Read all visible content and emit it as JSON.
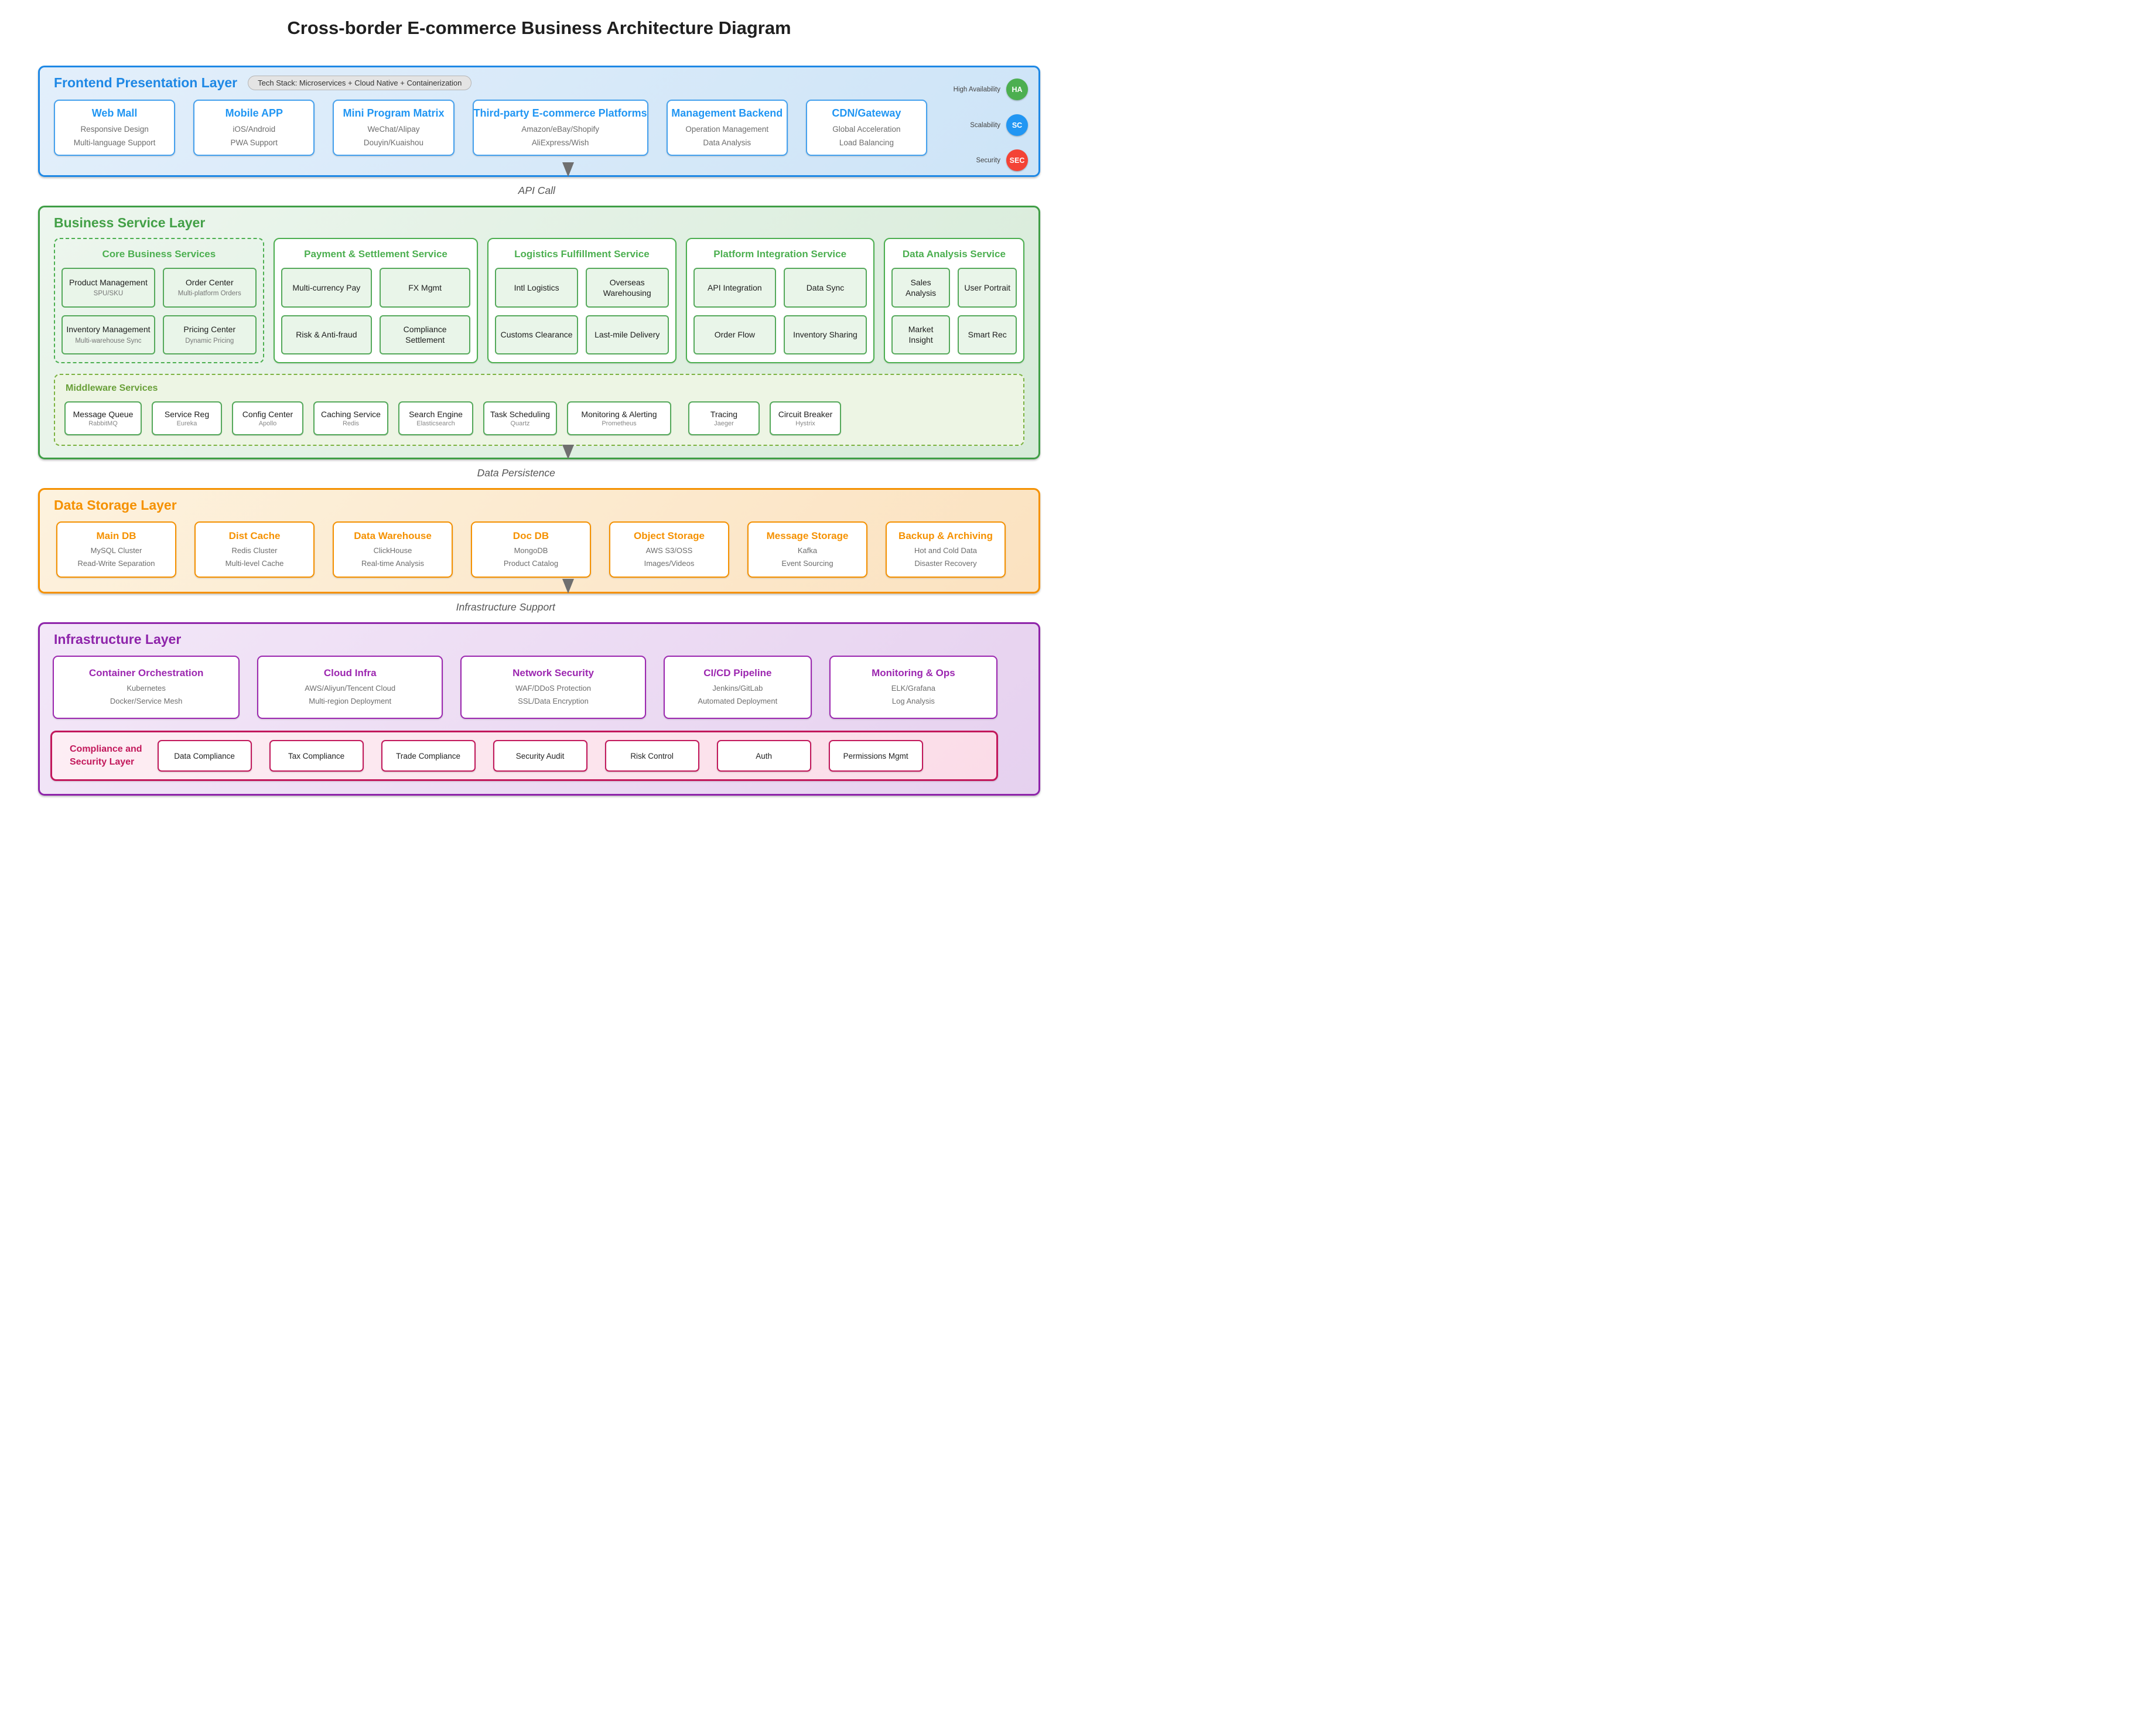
{
  "title": "Cross-border E-commerce Business Architecture Diagram",
  "frontend_layer": {
    "title": "Frontend Presentation Layer",
    "tech_stack": "Tech Stack: Microservices + Cloud Native + Containerization",
    "cards": [
      {
        "title": "Web Mall",
        "lines": [
          "Responsive Design",
          "Multi-language Support"
        ]
      },
      {
        "title": "Mobile APP",
        "lines": [
          "iOS/Android",
          "PWA Support"
        ]
      },
      {
        "title": "Mini Program Matrix",
        "lines": [
          "WeChat/Alipay",
          "Douyin/Kuaishou"
        ]
      },
      {
        "title": "Third-party E-commerce Platforms",
        "lines": [
          "Amazon/eBay/Shopify",
          "AliExpress/Wish"
        ]
      },
      {
        "title": "Management Backend",
        "lines": [
          "Operation Management",
          "Data Analysis"
        ]
      },
      {
        "title": "CDN/Gateway",
        "lines": [
          "Global Acceleration",
          "Load Balancing"
        ]
      }
    ],
    "badges": [
      {
        "label": "High Availability",
        "abbr": "HA",
        "color": "#4caf50"
      },
      {
        "label": "Scalability",
        "abbr": "SC",
        "color": "#2196f3"
      },
      {
        "label": "Security",
        "abbr": "SEC",
        "color": "#f44336"
      }
    ]
  },
  "arrows": [
    {
      "label": "API Call"
    },
    {
      "label": "Data Persistence"
    },
    {
      "label": "Infrastructure Support"
    }
  ],
  "business_layer": {
    "title": "Business Service Layer",
    "groups": [
      {
        "title": "Core Business Services",
        "items": [
          {
            "title": "Product Management",
            "subtitle": "SPU/SKU"
          },
          {
            "title": "Order Center",
            "subtitle": "Multi-platform Orders"
          },
          {
            "title": "Inventory Management",
            "subtitle": "Multi-warehouse Sync"
          },
          {
            "title": "Pricing Center",
            "subtitle": "Dynamic Pricing"
          }
        ]
      },
      {
        "title": "Payment & Settlement Service",
        "items": [
          {
            "title": "Multi-currency Pay"
          },
          {
            "title": "FX Mgmt"
          },
          {
            "title": "Risk & Anti-fraud"
          },
          {
            "title": "Compliance Settlement"
          }
        ]
      },
      {
        "title": "Logistics Fulfillment Service",
        "items": [
          {
            "title": "Intl Logistics"
          },
          {
            "title": "Overseas Warehousing"
          },
          {
            "title": "Customs Clearance"
          },
          {
            "title": "Last-mile Delivery"
          }
        ]
      },
      {
        "title": "Platform Integration Service",
        "items": [
          {
            "title": "API Integration"
          },
          {
            "title": "Data Sync"
          },
          {
            "title": "Order Flow"
          },
          {
            "title": "Inventory Sharing"
          }
        ]
      },
      {
        "title": "Data Analysis Service",
        "items": [
          {
            "title": "Sales Analysis"
          },
          {
            "title": "User Portrait"
          },
          {
            "title": "Market Insight"
          },
          {
            "title": "Smart Rec"
          }
        ]
      }
    ],
    "middleware": {
      "title": "Middleware Services",
      "items": [
        {
          "title": "Message Queue",
          "subtitle": "RabbitMQ"
        },
        {
          "title": "Service Reg",
          "subtitle": "Eureka"
        },
        {
          "title": "Config Center",
          "subtitle": "Apollo"
        },
        {
          "title": "Caching Service",
          "subtitle": "Redis"
        },
        {
          "title": "Search Engine",
          "subtitle": "Elasticsearch"
        },
        {
          "title": "Task Scheduling",
          "subtitle": "Quartz"
        },
        {
          "title": "Monitoring & Alerting",
          "subtitle": "Prometheus"
        },
        {
          "title": "Tracing",
          "subtitle": "Jaeger"
        },
        {
          "title": "Circuit Breaker",
          "subtitle": "Hystrix"
        }
      ]
    }
  },
  "storage_layer": {
    "title": "Data Storage Layer",
    "cards": [
      {
        "title": "Main DB",
        "lines": [
          "MySQL Cluster",
          "Read-Write Separation"
        ]
      },
      {
        "title": "Dist Cache",
        "lines": [
          "Redis Cluster",
          "Multi-level Cache"
        ]
      },
      {
        "title": "Data Warehouse",
        "lines": [
          "ClickHouse",
          "Real-time Analysis"
        ]
      },
      {
        "title": "Doc DB",
        "lines": [
          "MongoDB",
          "Product Catalog"
        ]
      },
      {
        "title": "Object Storage",
        "lines": [
          "AWS S3/OSS",
          "Images/Videos"
        ]
      },
      {
        "title": "Message Storage",
        "lines": [
          "Kafka",
          "Event Sourcing"
        ]
      },
      {
        "title": "Backup & Archiving",
        "lines": [
          "Hot and Cold Data",
          "Disaster Recovery"
        ]
      }
    ]
  },
  "infrastructure_layer": {
    "title": "Infrastructure Layer",
    "cards": [
      {
        "title": "Container Orchestration",
        "lines": [
          "Kubernetes",
          "Docker/Service Mesh"
        ]
      },
      {
        "title": "Cloud Infra",
        "lines": [
          "AWS/Aliyun/Tencent Cloud",
          "Multi-region Deployment"
        ]
      },
      {
        "title": "Network Security",
        "lines": [
          "WAF/DDoS Protection",
          "SSL/Data Encryption"
        ]
      },
      {
        "title": "CI/CD Pipeline",
        "lines": [
          "Jenkins/GitLab",
          "Automated Deployment"
        ]
      },
      {
        "title": "Monitoring & Ops",
        "lines": [
          "ELK/Grafana",
          "Log Analysis"
        ]
      }
    ],
    "compliance": {
      "title_line1": "Compliance and",
      "title_line2": "Security Layer",
      "items": [
        "Data Compliance",
        "Tax Compliance",
        "Trade Compliance",
        "Security Audit",
        "Risk Control",
        "Auth",
        "Permissions Mgmt"
      ]
    }
  },
  "colors": {
    "frontend_accent": "#1e88e5",
    "business_accent": "#43a047",
    "middleware_accent": "#689f38",
    "storage_accent": "#f59100",
    "infrastructure_accent": "#8e24aa",
    "compliance_accent": "#c2185b",
    "badge_ha": "#4caf50",
    "badge_sc": "#2196f3",
    "badge_sec": "#f44336"
  }
}
